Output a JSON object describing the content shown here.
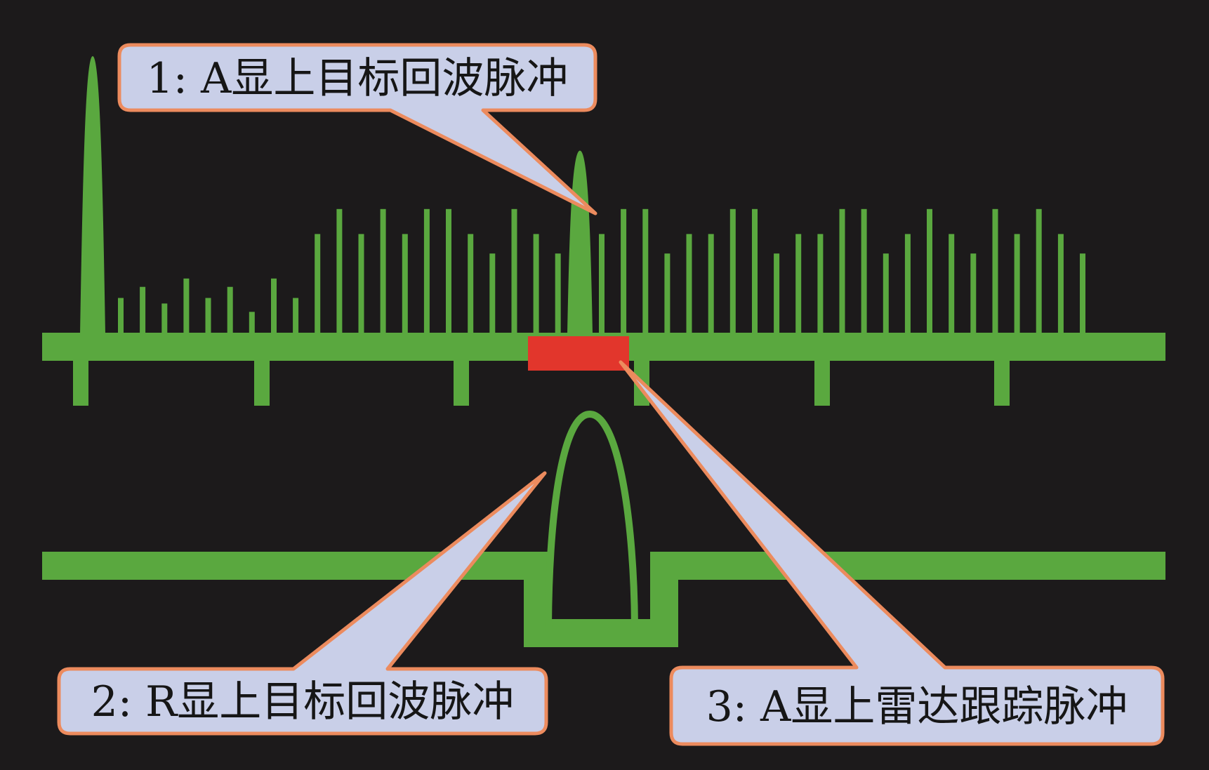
{
  "colors": {
    "background": "#1c1a1b",
    "trace": "#5aa83f",
    "tracking_pulse": "#e2362c",
    "callout_fill": "#c9cfe8",
    "callout_border": "#ec8b5e",
    "text": "#161616"
  },
  "callouts": {
    "a_scope_echo": {
      "label": "1: A显上目标回波脉冲"
    },
    "r_scope_echo": {
      "label": "2: R显上目标回波脉冲"
    },
    "a_scope_tracking": {
      "label": "3: A显上雷达跟踪脉冲"
    }
  },
  "a_scope": {
    "main_bang_level": 1.0,
    "target_echo_level": 0.66,
    "clutter_levels": [
      0.13,
      0.17,
      0.11,
      0.2,
      0.13,
      0.17,
      0.08,
      0.2,
      0.13,
      0.36,
      0.45,
      0.36,
      0.45,
      0.36,
      0.45,
      0.45,
      0.36,
      0.29,
      0.45,
      0.36,
      0.29,
      0.45,
      0.36,
      0.45,
      0.45,
      0.29,
      0.36,
      0.36,
      0.45,
      0.45,
      0.29,
      0.36,
      0.36,
      0.45,
      0.45,
      0.29,
      0.36,
      0.45,
      0.36,
      0.29,
      0.45,
      0.36,
      0.45,
      0.36,
      0.29
    ]
  },
  "r_scope": {
    "echo_shape": "inverted-u"
  }
}
